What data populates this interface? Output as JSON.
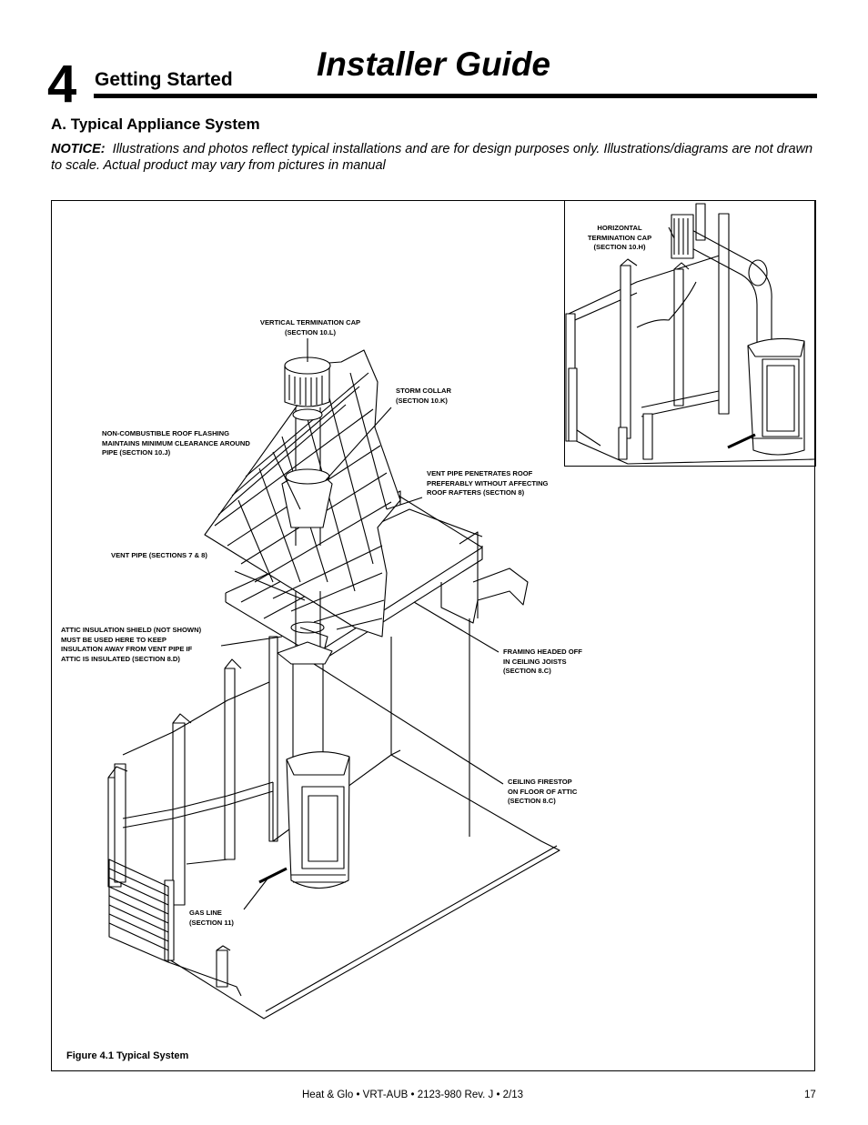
{
  "header": {
    "chapter_number": "4",
    "chapter_title": "Getting Started",
    "document_title": "Installer Guide"
  },
  "section": {
    "heading": "A.  Typical Appliance System",
    "notice_label": "NOTICE:",
    "notice_text": "Illustrations and photos reflect typical installations and are for design purposes only. Illustrations/diagrams are not drawn to scale. Actual product may vary from pictures in manual"
  },
  "figure": {
    "caption": "Figure 4.1  Typical System",
    "callouts": {
      "horizontal_termination_cap": "HORIZONTAL\nTERMINATION CAP\n(SECTION 10.H)",
      "vertical_termination_cap": "VERTICAL TERMINATION CAP\n(SECTION 10.L)",
      "storm_collar": "STORM COLLAR\n(SECTION 10.K)",
      "roof_flashing": "NON-COMBUSTIBLE ROOF FLASHING\nMAINTAINS MINIMUM CLEARANCE AROUND\nPIPE (SECTION 10.J)",
      "vent_pipe_penetrates": "VENT PIPE PENETRATES ROOF\nPREFERABLY WITHOUT AFFECTING\nROOF RAFTERS (SECTION 8)",
      "vent_pipe": "VENT PIPE (SECTIONS 7 & 8)",
      "attic_insulation_shield": "ATTIC INSULATION SHIELD (NOT SHOWN)\nMUST BE USED HERE TO KEEP\nINSULATION AWAY FROM VENT PIPE IF\nATTIC IS INSULATED (SECTION 8.D)",
      "framing_headed_off": "FRAMING HEADED OFF\nIN CEILING JOISTS\n(SECTION 8.C)",
      "ceiling_firestop": "CEILING FIRESTOP\nON FLOOR OF ATTIC\n(SECTION 8.C)",
      "gas_line": "GAS LINE\n(SECTION 11)"
    }
  },
  "footer": {
    "text": "Heat & Glo  •  VRT-AUB  •  2123-980  Rev. J  •  2/13",
    "page_number": "17"
  }
}
